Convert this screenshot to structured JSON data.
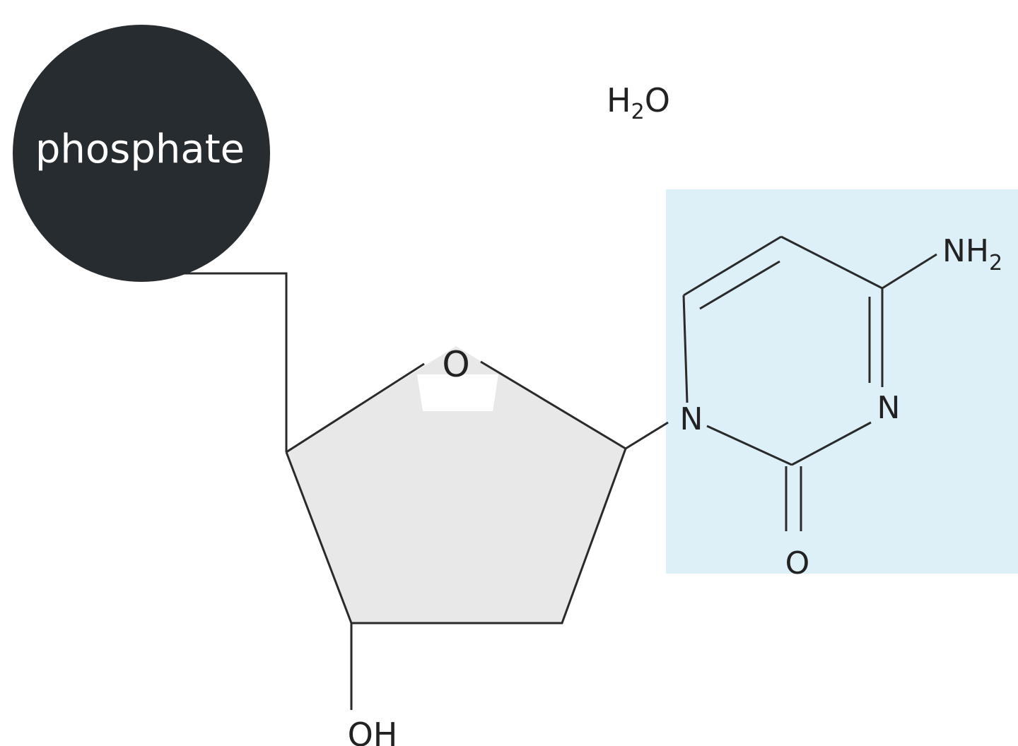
{
  "diagram": {
    "phosphate_label": "phosphate",
    "water_label": "H",
    "water_sub": "2",
    "water_tail": "O",
    "ring_oxygen": "O",
    "hydroxyl": "OH",
    "base": {
      "n1": "N",
      "n3": "N",
      "amine": "NH",
      "amine_sub": "2",
      "carbonyl_o": "O",
      "highlight_color": "#ddf0f7"
    },
    "colors": {
      "phosphate": "#272c30",
      "sugar": "#e8e8e8",
      "bond": "#2a2a2a"
    }
  }
}
